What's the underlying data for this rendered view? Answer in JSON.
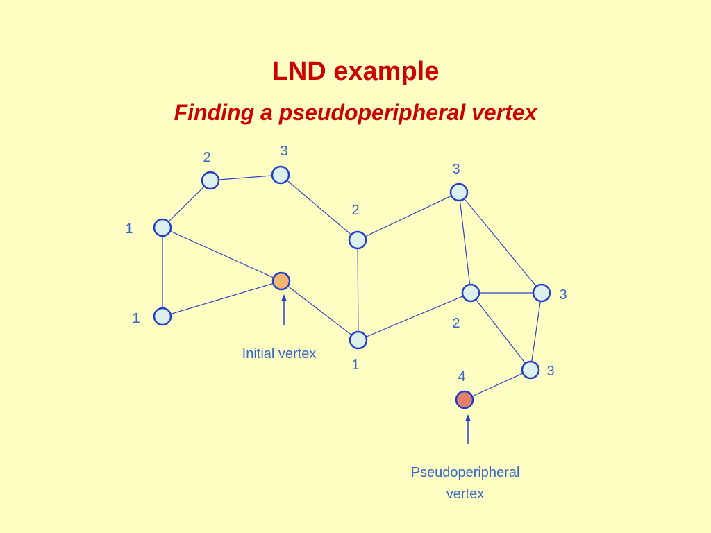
{
  "title": "LND example",
  "subtitle": "Finding a pseudoperipheral vertex",
  "colors": {
    "background": "#ffffc3",
    "title": "#cc0000",
    "node_stroke": "#1f3fcc",
    "node_fill": "#ddf0ec",
    "initial_fill": "#f5b56e",
    "pseudo_fill": "#e4806a",
    "edge": "#2a40c8",
    "label": "#3366cc"
  },
  "nodes": [
    {
      "id": "a",
      "label": "2",
      "kind": "normal"
    },
    {
      "id": "b",
      "label": "3",
      "kind": "normal"
    },
    {
      "id": "c",
      "label": "1",
      "kind": "normal"
    },
    {
      "id": "d",
      "label": "1",
      "kind": "normal"
    },
    {
      "id": "e",
      "label": "",
      "kind": "initial"
    },
    {
      "id": "f",
      "label": "2",
      "kind": "normal"
    },
    {
      "id": "g",
      "label": "1",
      "kind": "normal"
    },
    {
      "id": "h",
      "label": "3",
      "kind": "normal"
    },
    {
      "id": "i",
      "label": "2",
      "kind": "normal"
    },
    {
      "id": "j",
      "label": "3",
      "kind": "normal"
    },
    {
      "id": "k",
      "label": "3",
      "kind": "normal"
    },
    {
      "id": "l",
      "label": "4",
      "kind": "pseudo"
    }
  ],
  "edges": [
    [
      "a",
      "b"
    ],
    [
      "a",
      "c"
    ],
    [
      "c",
      "d"
    ],
    [
      "c",
      "e"
    ],
    [
      "d",
      "e"
    ],
    [
      "b",
      "f"
    ],
    [
      "e",
      "g"
    ],
    [
      "f",
      "g"
    ],
    [
      "f",
      "h"
    ],
    [
      "g",
      "i"
    ],
    [
      "h",
      "i"
    ],
    [
      "h",
      "j"
    ],
    [
      "i",
      "j"
    ],
    [
      "i",
      "k"
    ],
    [
      "j",
      "k"
    ],
    [
      "k",
      "l"
    ]
  ],
  "annotations": {
    "initial_vertex": "Initial vertex",
    "pseudo_line1": "Pseudoperipheral",
    "pseudo_line2": "vertex"
  }
}
